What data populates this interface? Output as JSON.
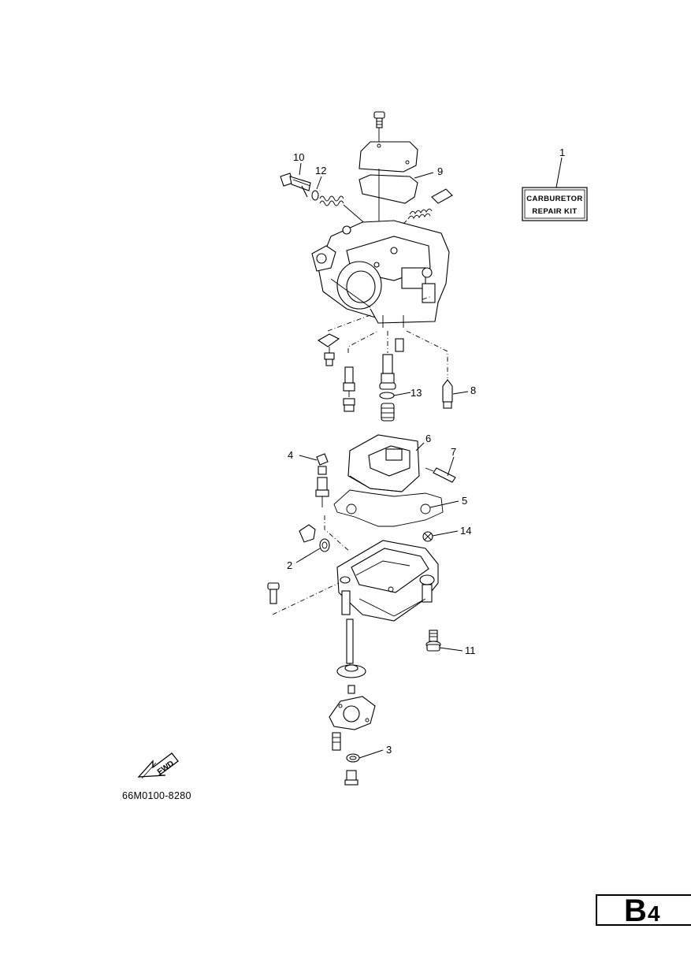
{
  "callouts": {
    "c1": "1",
    "c2": "2",
    "c3": "3",
    "c4": "4",
    "c5": "5",
    "c6": "6",
    "c7": "7",
    "c8": "8",
    "c9": "9",
    "c10": "10",
    "c11": "11",
    "c12": "12",
    "c13": "13",
    "c14": "14"
  },
  "repair_kit": {
    "line1": "CARBURETOR",
    "line2": "REPAIR KIT"
  },
  "fwd_label": "FWD",
  "diagram_code": "66M0100-8280",
  "page_badge": {
    "letter": "B",
    "number": "4"
  }
}
